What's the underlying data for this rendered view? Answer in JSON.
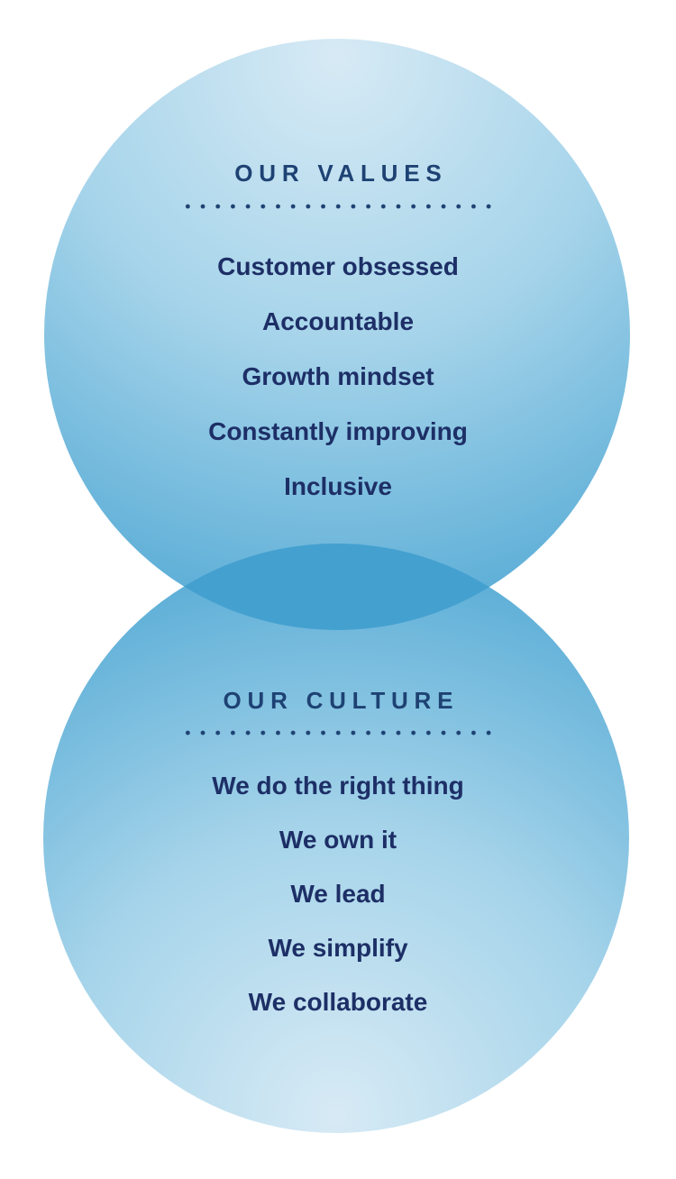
{
  "palette": {
    "background": "#ffffff",
    "heading_color": "#1e4273",
    "item_color": "#1d2f66",
    "dot_color": "#1e4273",
    "circle_light": "#d7eaf5",
    "circle_mid": "#a6d4ea",
    "circle_deep": "#49a4d2",
    "overlap_color": "#44a0cf"
  },
  "values_section": {
    "title": "OUR VALUES",
    "items": [
      "Customer obsessed",
      "Accountable",
      "Growth mindset",
      "Constantly improving",
      "Inclusive"
    ]
  },
  "culture_section": {
    "title": "OUR CULTURE",
    "items": [
      "We do the right thing",
      "We own it",
      "We lead",
      "We simplify",
      "We collaborate"
    ]
  }
}
